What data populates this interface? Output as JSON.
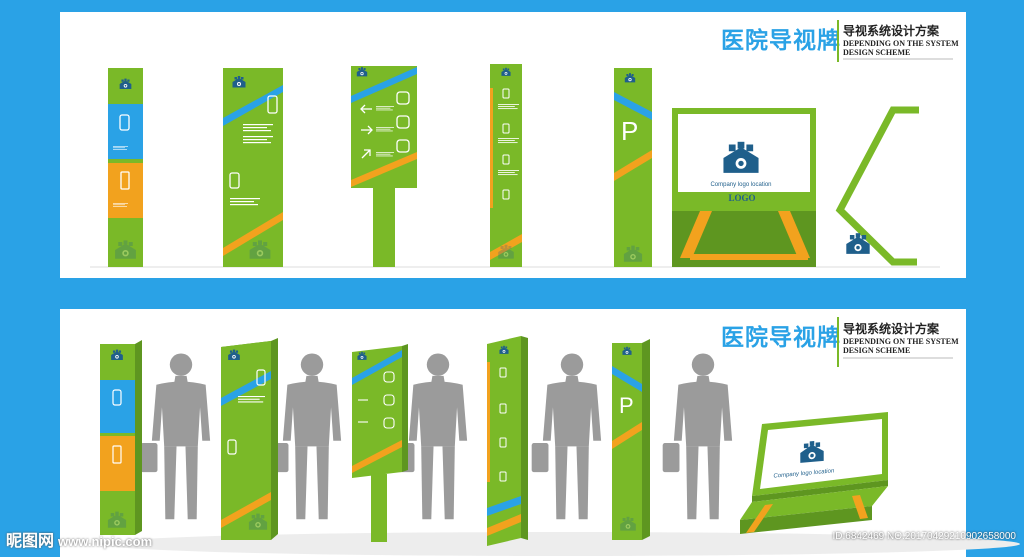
{
  "header": {
    "title_cn": "医院导视牌",
    "subtitle_cn": "导视系统设计方案",
    "subtitle_en_1": "DEPENDING ON THE SYSTEM",
    "subtitle_en_2": "DESIGN SCHEME"
  },
  "signs": {
    "parking_letter": "P",
    "logo_caption": "Company logo location",
    "logo_word": "LOGO"
  },
  "watermark": {
    "brand": "昵图网",
    "site": "www.nipic.com",
    "id_text": "ID:6842469 NO:20170429210902658000"
  },
  "colors": {
    "green": "#7ab928",
    "dark_green": "#5e9620",
    "blue": "#2aa2e6",
    "orange": "#f2a21e",
    "navy": "#1f5f8b",
    "silhouette": "#9b9b9b"
  }
}
